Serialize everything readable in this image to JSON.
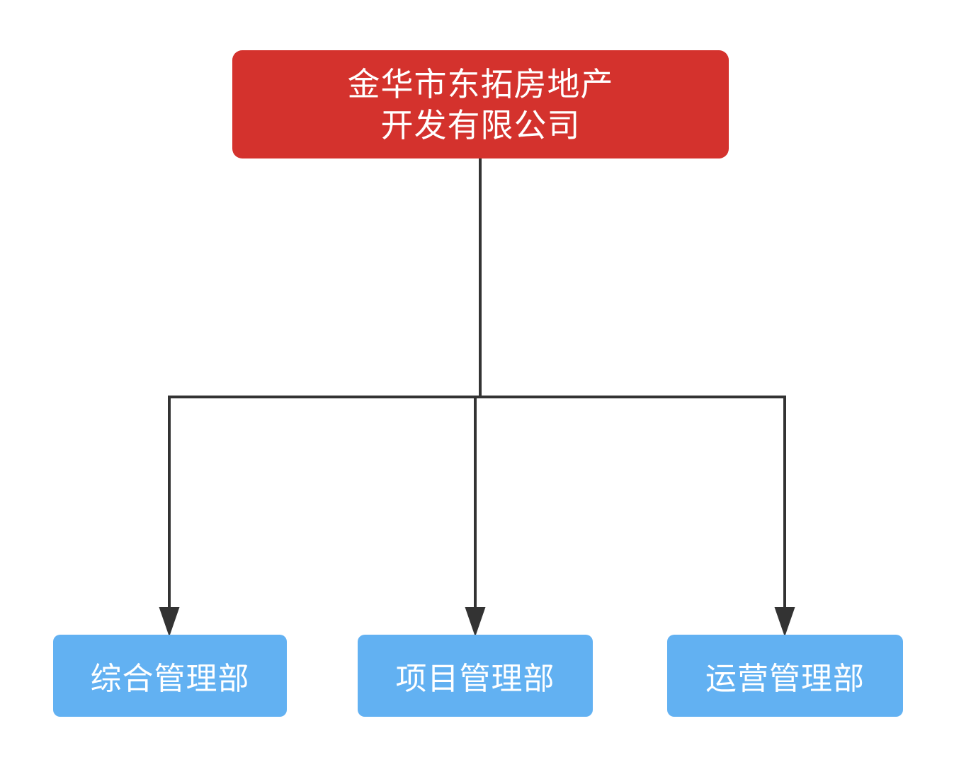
{
  "diagram": {
    "type": "org-chart",
    "root": {
      "label_line1": "金华市东拓房地产",
      "label_line2": "开发有限公司"
    },
    "departments": [
      {
        "label": "综合管理部"
      },
      {
        "label": "项目管理部"
      },
      {
        "label": "运营管理部"
      }
    ],
    "edges": [
      {
        "from": "root",
        "to": "综合管理部",
        "arrow": "down"
      },
      {
        "from": "root",
        "to": "项目管理部",
        "arrow": "down"
      },
      {
        "from": "root",
        "to": "运营管理部",
        "arrow": "down"
      }
    ]
  },
  "colors": {
    "background": "#ffffff",
    "root_node_fill": "#d4322d",
    "root_node_text": "#ffffff",
    "department_node_fill": "#62b1f2",
    "department_node_text": "#ffffff",
    "connector": "#333333"
  }
}
